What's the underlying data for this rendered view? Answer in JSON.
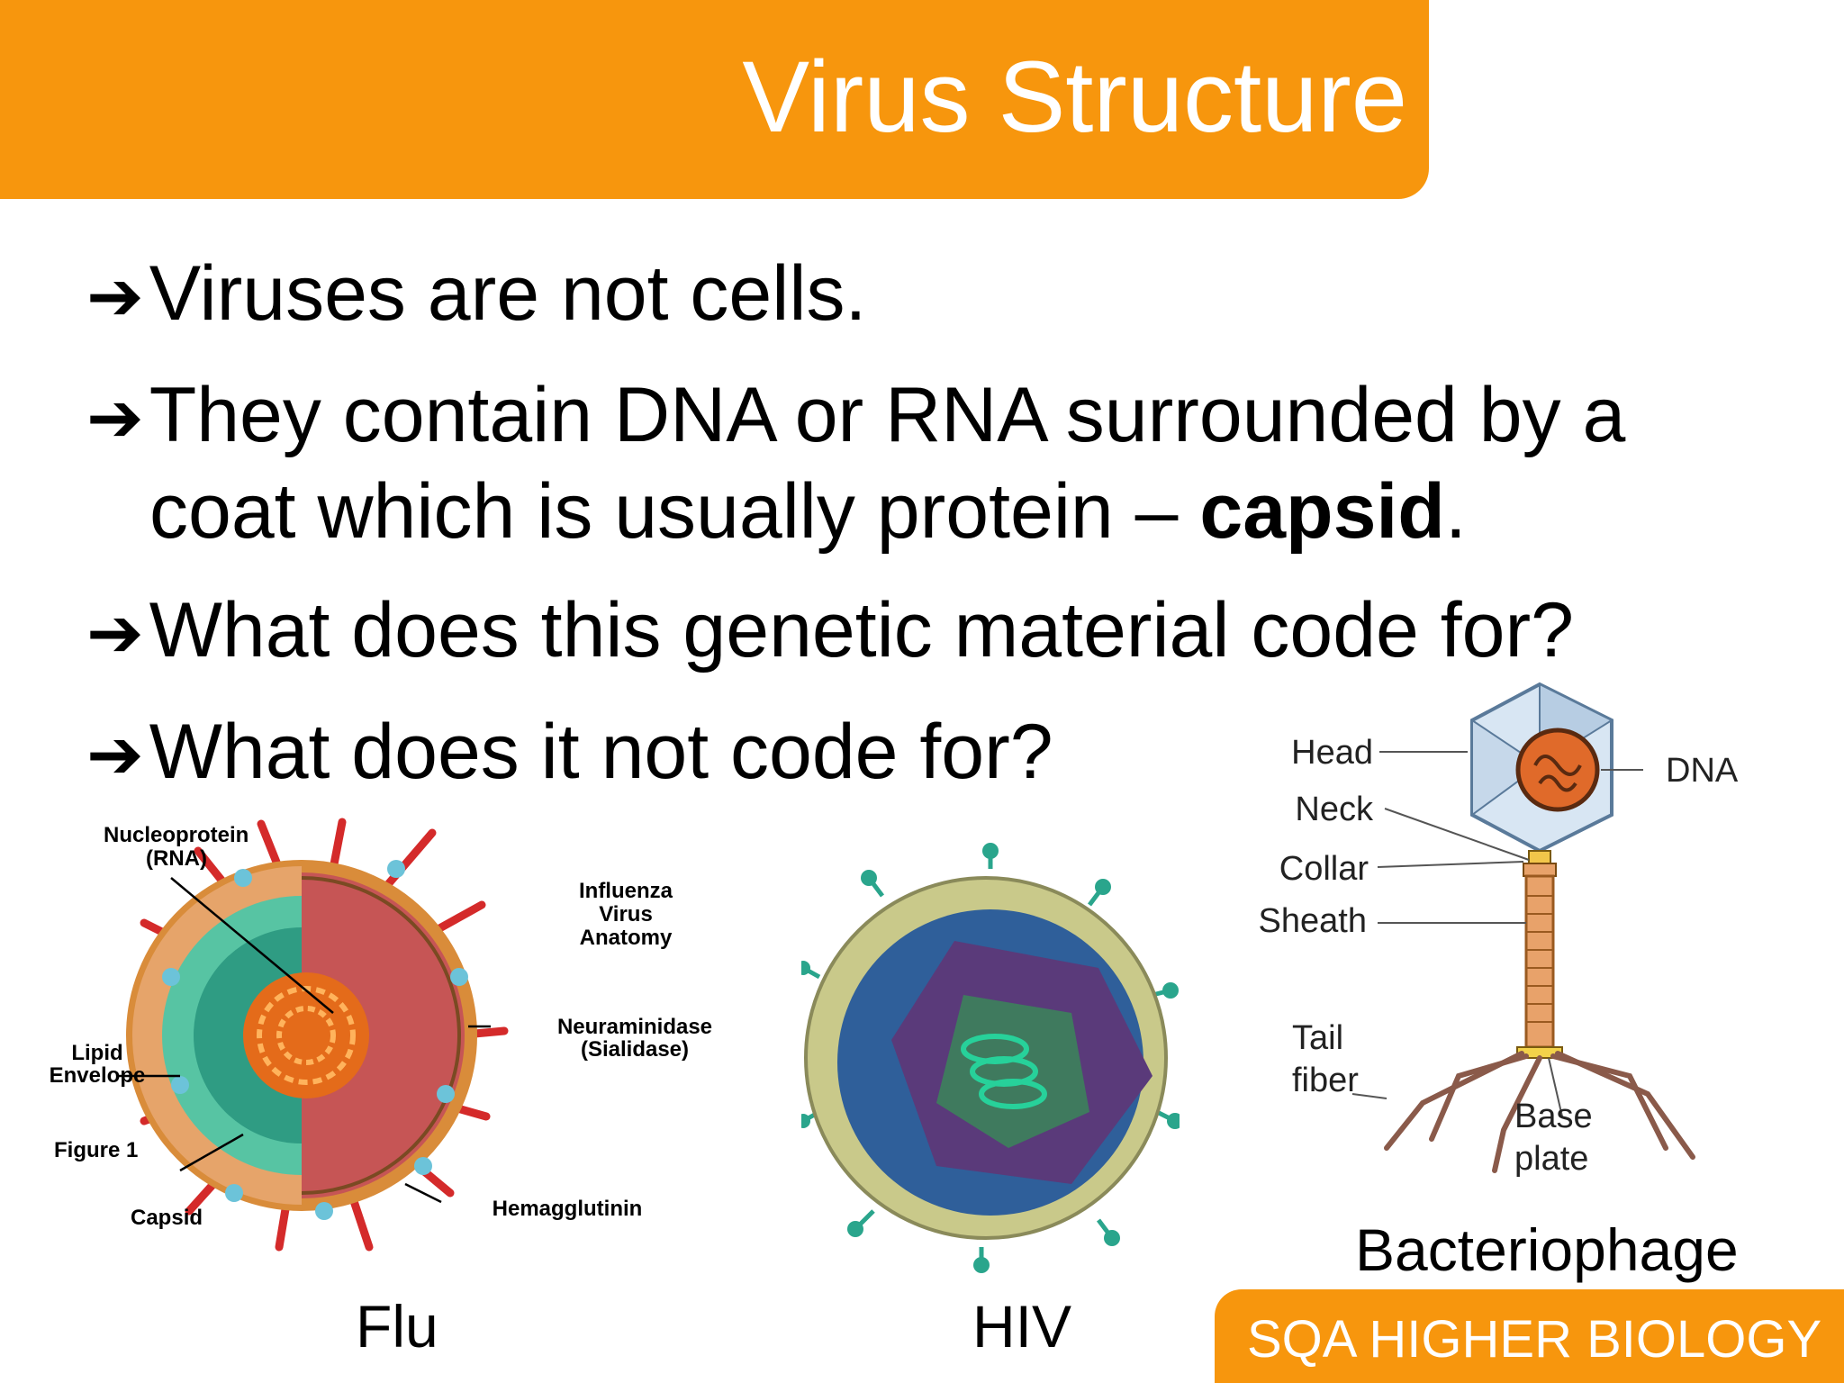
{
  "title": "Virus Structure",
  "bullets": [
    {
      "lines": [
        "Viruses are not cells."
      ]
    },
    {
      "line1": "They contain DNA or RNA surrounded by a",
      "line2_pre": "coat which is usually protein – ",
      "line2_bold": "capsid",
      "line2_post": "."
    },
    {
      "lines": [
        "What does this genetic material code for?"
      ]
    },
    {
      "lines": [
        "What does it not code for?"
      ]
    }
  ],
  "arrow": "➔",
  "figures": {
    "flu": {
      "caption": "Flu",
      "labels": {
        "nucleoprotein": "Nucleoprotein",
        "rna": "(RNA)",
        "title1": "Influenza",
        "title2": "Virus",
        "title3": "Anatomy",
        "neuraminidase": "Neuraminidase",
        "sialidase": "(Sialidase)",
        "lipid": "Lipid",
        "envelope": "Envelope",
        "figure": "Figure 1",
        "capsid": "Capsid",
        "hemagglutinin": "Hemagglutinin"
      }
    },
    "hiv": {
      "caption": "HIV"
    },
    "phage": {
      "caption": "Bacteriophage",
      "labels": {
        "head": "Head",
        "neck": "Neck",
        "collar": "Collar",
        "sheath": "Sheath",
        "tail": "Tail",
        "fiber": "fiber",
        "dna": "DNA",
        "base": "Base",
        "plate": "plate"
      }
    }
  },
  "footer": "SQA HIGHER BIOLOGY",
  "colors": {
    "accent": "#f7960d"
  }
}
